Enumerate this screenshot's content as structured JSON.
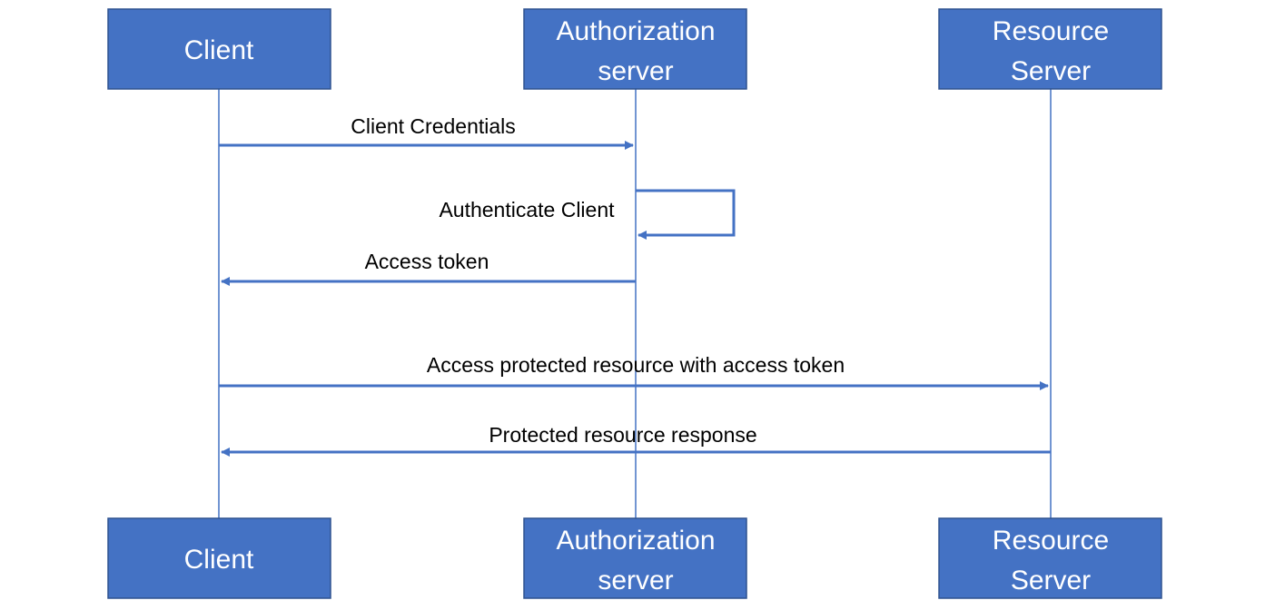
{
  "colors": {
    "actor_fill": "#4472c4",
    "actor_text": "#ffffff",
    "line": "#4472c4",
    "label_text": "#000000"
  },
  "participants": [
    {
      "id": "client",
      "line1": "Client",
      "line2": ""
    },
    {
      "id": "auth",
      "line1": "Authorization",
      "line2": "server"
    },
    {
      "id": "resource",
      "line1": "Resource",
      "line2": "Server"
    }
  ],
  "messages": [
    {
      "label": "Client Credentials",
      "from": "client",
      "to": "auth"
    },
    {
      "label": "Authenticate Client",
      "from": "auth",
      "to": "auth"
    },
    {
      "label": "Access token",
      "from": "auth",
      "to": "client"
    },
    {
      "label": "Access protected resource with access token",
      "from": "client",
      "to": "resource"
    },
    {
      "label": "Protected resource response",
      "from": "resource",
      "to": "client"
    }
  ]
}
